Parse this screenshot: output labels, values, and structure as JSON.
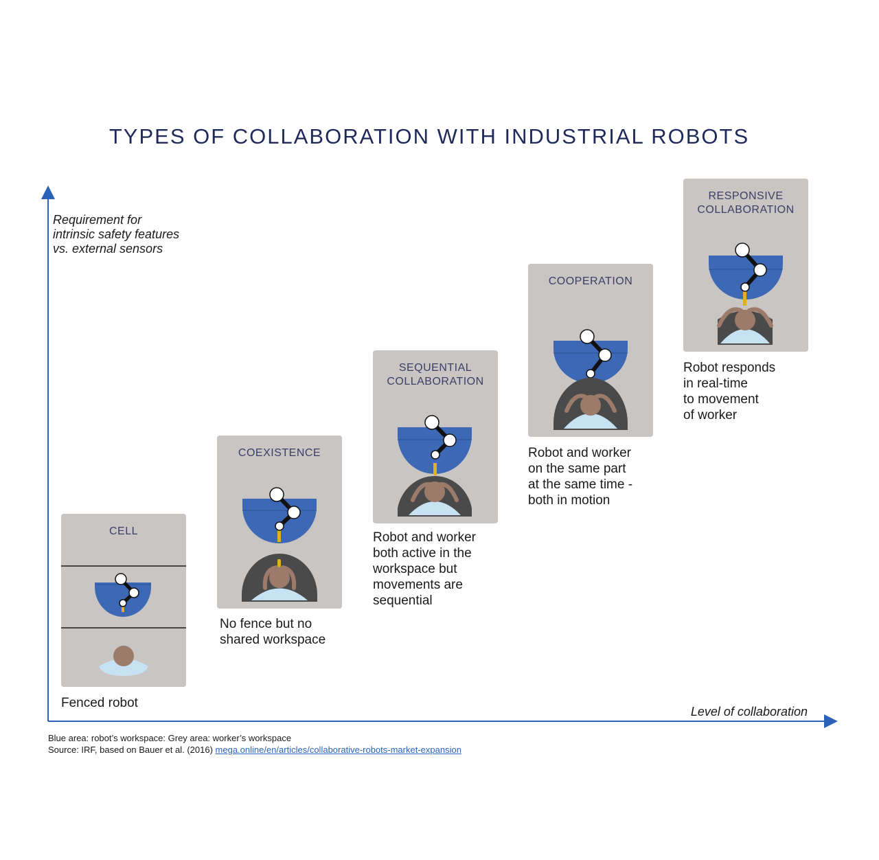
{
  "title": "TYPES OF COLLABORATION WITH INDUSTRIAL ROBOTS",
  "axes": {
    "y_label": "Requirement for\nintrinsic safety features\nvs. external sensors",
    "x_label": "Level of collaboration"
  },
  "stages": [
    {
      "label": "CELL",
      "description": "Fenced robot"
    },
    {
      "label": "COEXISTENCE",
      "description": "No fence but no\nshared workspace"
    },
    {
      "label": "SEQUENTIAL\nCOLLABORATION",
      "description": "Robot and worker\nboth active in the\nworkspace but\nmovements are\nsequential"
    },
    {
      "label": "COOPERATION",
      "description": "Robot and worker\non the same part\nat the same time -\nboth in motion"
    },
    {
      "label": "RESPONSIVE\nCOLLABORATION",
      "description": "Robot responds\nin real-time\nto movement\nof worker"
    }
  ],
  "footnote": {
    "line1": "Blue area: robot’s workspace: Grey area: worker’s workspace",
    "source_prefix": "Source: IRF, based on Bauer et al. (2016) ",
    "source_link": "mega.online/en/articles/collaborative-robots-market-expansion"
  },
  "colors": {
    "robot_workspace": "#3d68b5",
    "worker_workspace": "#4a4a4a",
    "card_bg": "#c9c5c3",
    "axis": "#2b63b8",
    "title": "#1f2a5a",
    "worker_head": "#9c7b6a",
    "worker_shirt": "#c7e2f2",
    "tool": "#e0b020"
  }
}
